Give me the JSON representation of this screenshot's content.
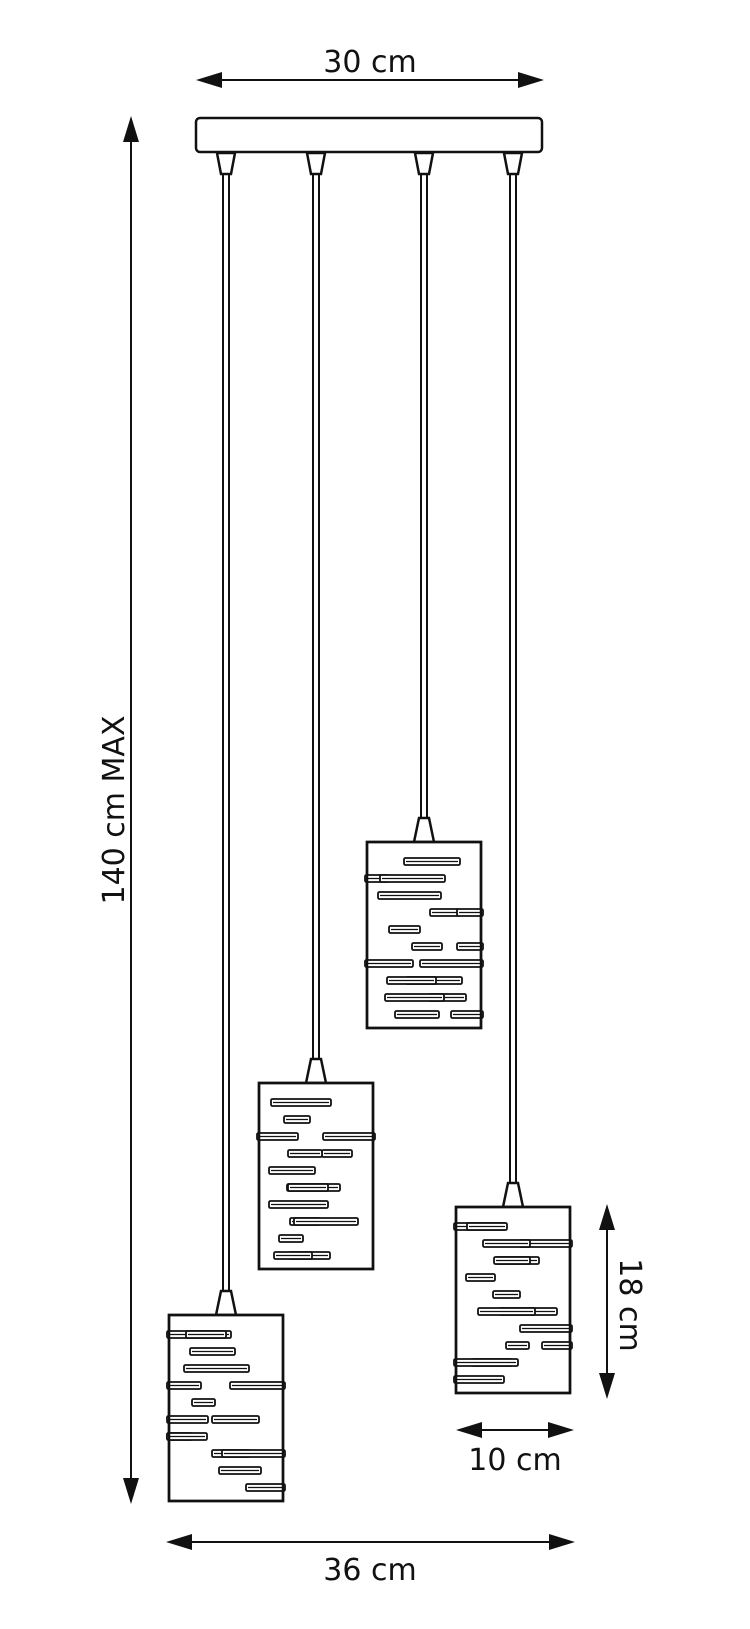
{
  "diagram": {
    "dimensions": {
      "canopy_width": "30 cm",
      "max_height": "140 cm MAX",
      "shade_height": "18 cm",
      "shade_width": "10 cm",
      "total_width": "36 cm"
    },
    "pendant_count": 4,
    "colors": {
      "line": "#111111",
      "background": "#ffffff"
    }
  }
}
